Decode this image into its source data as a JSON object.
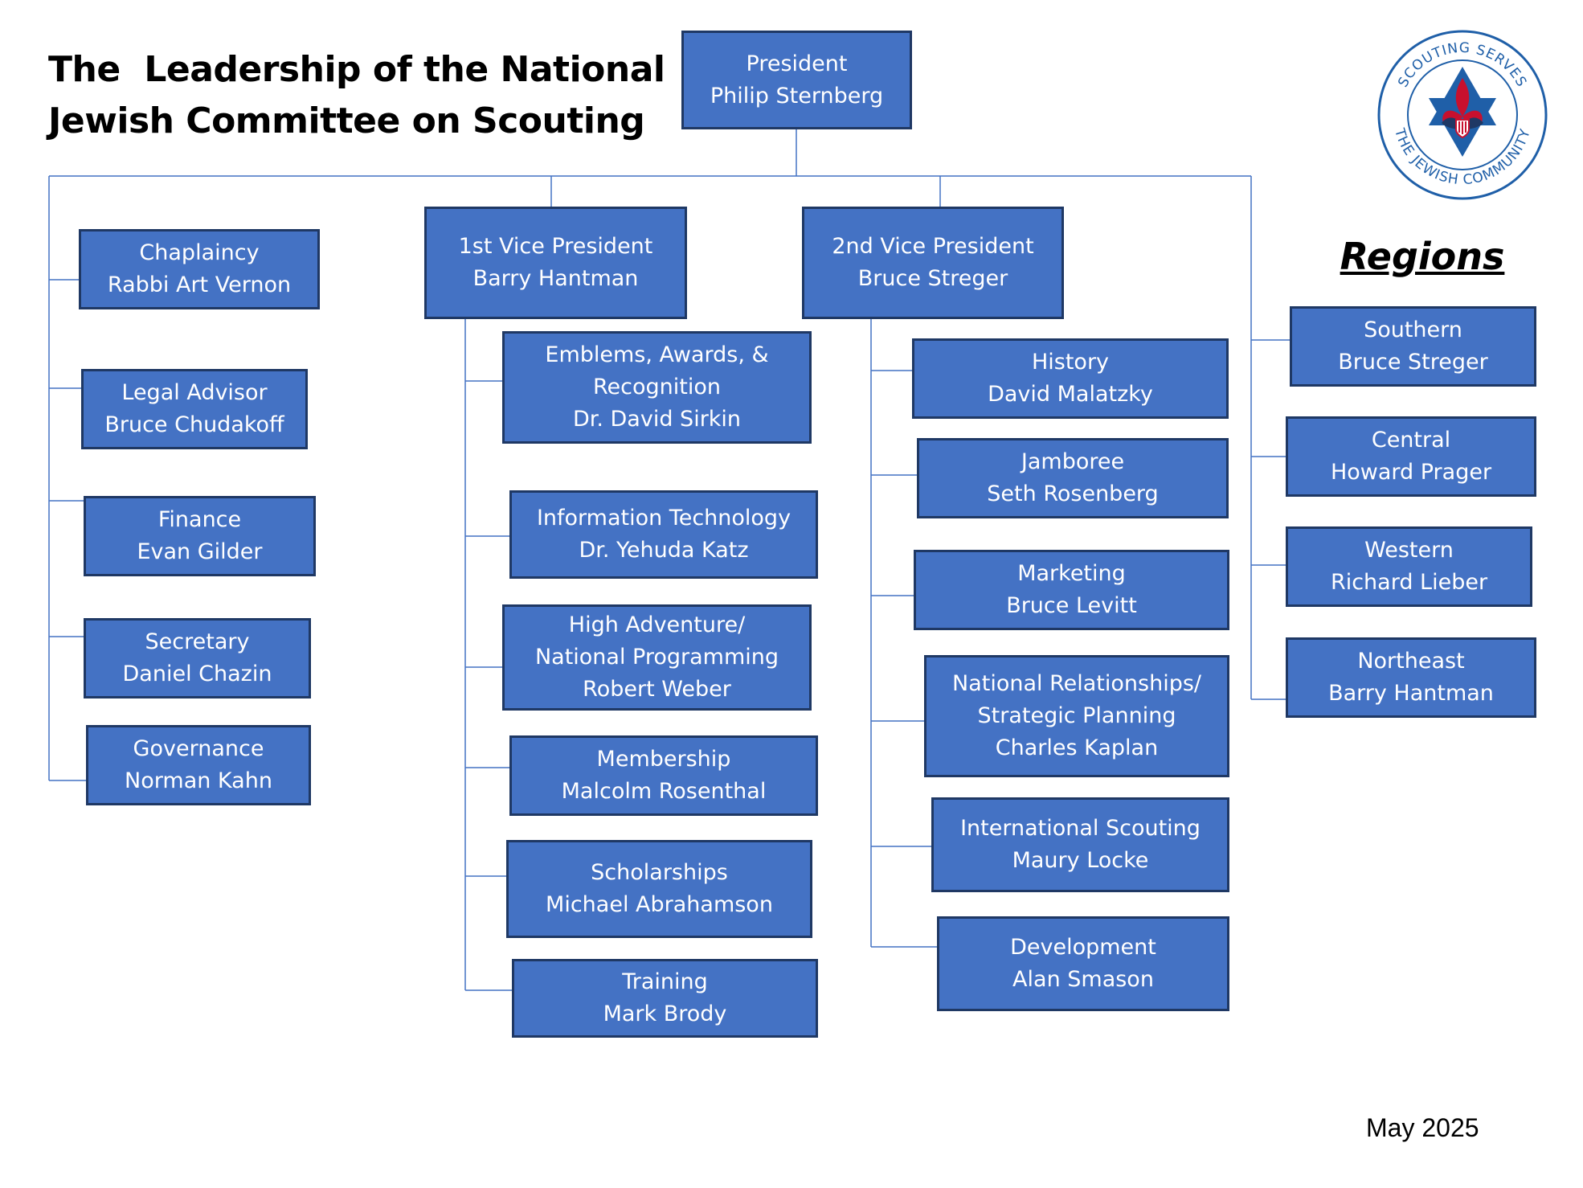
{
  "header": {
    "title_line1": "The  Leadership of the National",
    "title_line2": "Jewish Committee on Scouting"
  },
  "logo": {
    "ring_top": "SCOUTING SERVES",
    "ring_bottom": "THE JEWISH COMMUNITY",
    "icon": "star-of-david-fleur-de-lis-icon"
  },
  "president": {
    "role": "President",
    "name": "Philip Sternberg"
  },
  "staff": [
    {
      "role": "Chaplaincy",
      "name": "Rabbi Art Vernon"
    },
    {
      "role": "Legal Advisor",
      "name": "Bruce Chudakoff"
    },
    {
      "role": "Finance",
      "name": "Evan Gilder"
    },
    {
      "role": "Secretary",
      "name": "Daniel Chazin"
    },
    {
      "role": "Governance",
      "name": "Norman Kahn"
    }
  ],
  "vp1": {
    "role": "1st Vice President",
    "name": "Barry Hantman",
    "committees": [
      {
        "lines": [
          "Emblems, Awards, &",
          "Recognition",
          "Dr. David Sirkin"
        ]
      },
      {
        "lines": [
          "Information Technology",
          "Dr. Yehuda Katz"
        ]
      },
      {
        "lines": [
          "High Adventure/",
          "National Programming",
          "Robert Weber"
        ]
      },
      {
        "lines": [
          "Membership",
          "Malcolm Rosenthal"
        ]
      },
      {
        "lines": [
          "Scholarships",
          "Michael Abrahamson"
        ]
      },
      {
        "lines": [
          "Training",
          "Mark Brody"
        ]
      }
    ]
  },
  "vp2": {
    "role": "2nd Vice President",
    "name": "Bruce Streger",
    "committees": [
      {
        "lines": [
          "History",
          "David Malatzky"
        ]
      },
      {
        "lines": [
          "Jamboree",
          "Seth Rosenberg"
        ]
      },
      {
        "lines": [
          "Marketing",
          "Bruce Levitt"
        ]
      },
      {
        "lines": [
          "National Relationships/",
          "Strategic Planning",
          "Charles Kaplan"
        ]
      },
      {
        "lines": [
          "International Scouting",
          "Maury Locke"
        ]
      },
      {
        "lines": [
          "Development",
          "Alan Smason"
        ]
      }
    ]
  },
  "regions": {
    "heading": "Regions",
    "items": [
      {
        "role": "Southern",
        "name": "Bruce Streger"
      },
      {
        "role": "Central",
        "name": "Howard Prager"
      },
      {
        "role": "Western",
        "name": "Richard Lieber"
      },
      {
        "role": "Northeast",
        "name": "Barry Hantman"
      }
    ]
  },
  "footer": {
    "date": "May 2025"
  },
  "colors": {
    "box_fill": "#4472c4",
    "box_border": "#1f3864",
    "connector": "#4472c4",
    "text": "#ffffff"
  }
}
